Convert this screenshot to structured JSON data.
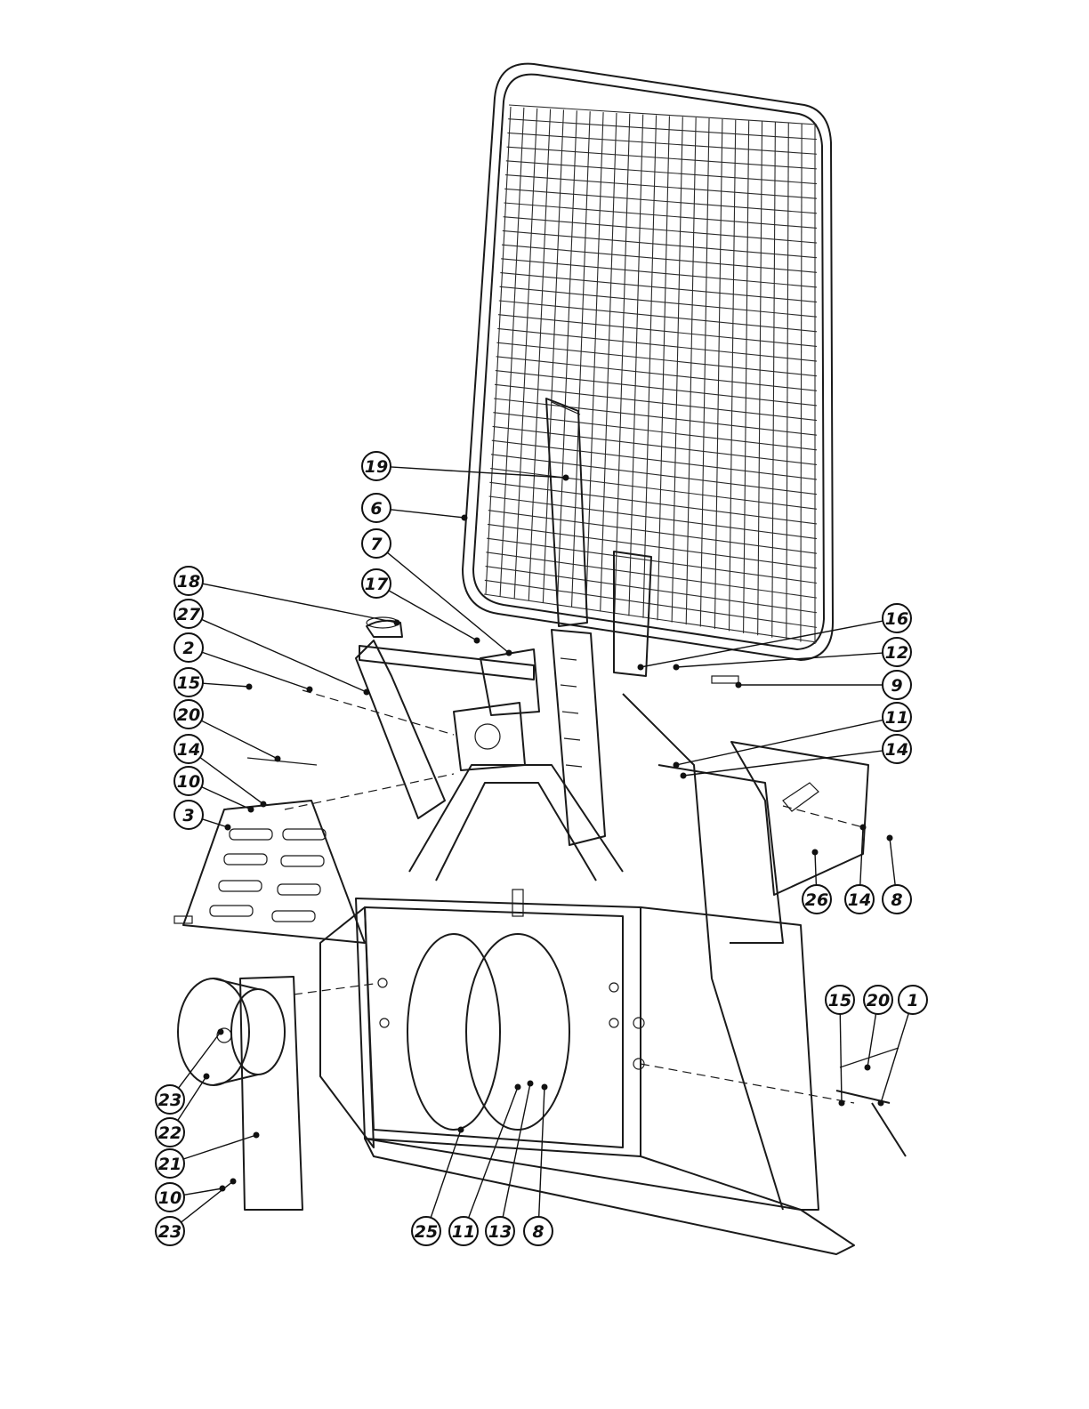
{
  "diagram": {
    "type": "exploded parts assembly",
    "callouts": [
      {
        "id": "c19",
        "label": "19"
      },
      {
        "id": "c6a",
        "label": "6"
      },
      {
        "id": "c7",
        "label": "7"
      },
      {
        "id": "c18",
        "label": "18"
      },
      {
        "id": "c17",
        "label": "17"
      },
      {
        "id": "c16",
        "label": "16"
      },
      {
        "id": "c27",
        "label": "27"
      },
      {
        "id": "c12",
        "label": "12"
      },
      {
        "id": "c2",
        "label": "2"
      },
      {
        "id": "c9",
        "label": "9"
      },
      {
        "id": "c15a",
        "label": "15"
      },
      {
        "id": "c11a",
        "label": "11"
      },
      {
        "id": "c20a",
        "label": "20"
      },
      {
        "id": "c14a",
        "label": "14"
      },
      {
        "id": "c14b",
        "label": "14"
      },
      {
        "id": "c10a",
        "label": "10"
      },
      {
        "id": "c3",
        "label": "3"
      },
      {
        "id": "c26",
        "label": "26"
      },
      {
        "id": "c14c",
        "label": "14"
      },
      {
        "id": "c8a",
        "label": "8"
      },
      {
        "id": "c15b",
        "label": "15"
      },
      {
        "id": "c20b",
        "label": "20"
      },
      {
        "id": "c1",
        "label": "1"
      },
      {
        "id": "c23a",
        "label": "23"
      },
      {
        "id": "c22",
        "label": "22"
      },
      {
        "id": "c21",
        "label": "21"
      },
      {
        "id": "c10b",
        "label": "10"
      },
      {
        "id": "c23b",
        "label": "23"
      },
      {
        "id": "c25",
        "label": "25"
      },
      {
        "id": "c11b",
        "label": "11"
      },
      {
        "id": "c13",
        "label": "13"
      },
      {
        "id": "c8b",
        "label": "8"
      }
    ]
  }
}
